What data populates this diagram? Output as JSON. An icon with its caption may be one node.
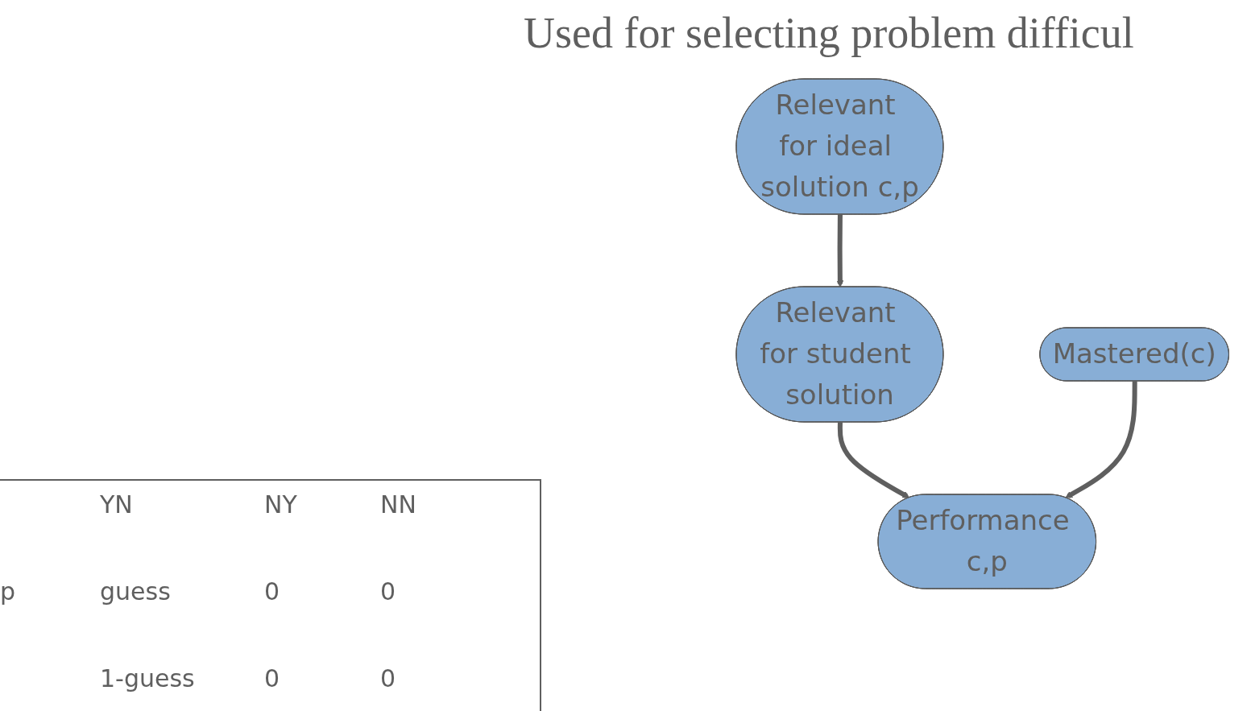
{
  "diagram": {
    "title": "Used for selecting problem difficul",
    "nodes": [
      {
        "text": [
          "Relevant for ideal solution c,p"
        ]
      },
      {
        "text": [
          "Relevant for student solution"
        ]
      },
      {
        "text": [
          "Mastered(c)"
        ]
      },
      {
        "text": [
          "Performance c,p"
        ]
      }
    ],
    "edges": [
      {
        "from": 0,
        "to": 1,
        "arrow": "to"
      },
      {
        "from": 1,
        "to": 3,
        "arrow": "to"
      },
      {
        "from": 2,
        "to": 3,
        "arrow": "to"
      }
    ],
    "labels": [
      "YN",
      "NY",
      "NN",
      "p",
      "guess",
      "0",
      "0",
      "1-guess",
      "0",
      "0"
    ]
  }
}
